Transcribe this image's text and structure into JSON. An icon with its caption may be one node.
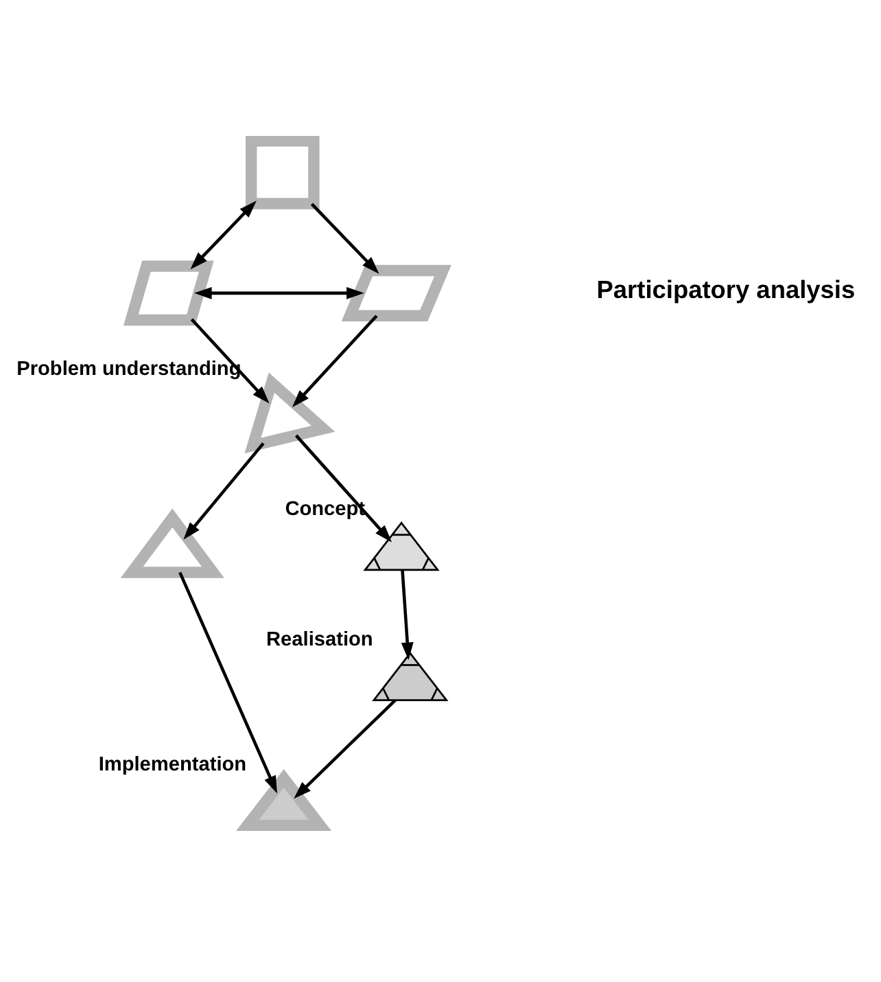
{
  "diagram": {
    "nodes": [
      {
        "text": [],
        "shape": "square"
      },
      {
        "text": [],
        "shape": "parallelogram"
      },
      {
        "text": [],
        "shape": "parallelogram"
      },
      {
        "text": [
          "Problem understanding"
        ]
      },
      {
        "text": [],
        "shape": "triangle"
      },
      {
        "text": [
          "Concept"
        ]
      },
      {
        "text": [
          "Realisation"
        ]
      },
      {
        "text": [
          "Implementation"
        ]
      }
    ],
    "edges": [
      {
        "from": 0,
        "to": 1,
        "arrow": "both"
      },
      {
        "from": 0,
        "to": 2,
        "arrow": "to"
      },
      {
        "from": 1,
        "to": 2,
        "arrow": "both"
      },
      {
        "from": 1,
        "to": 3,
        "arrow": "to"
      },
      {
        "from": 2,
        "to": 3,
        "arrow": "to"
      },
      {
        "from": 3,
        "to": 4,
        "arrow": "to"
      },
      {
        "from": 3,
        "to": 5,
        "arrow": "to"
      },
      {
        "from": 5,
        "to": 6,
        "arrow": "to"
      },
      {
        "from": 4,
        "to": 7,
        "arrow": "to"
      },
      {
        "from": 6,
        "to": 7,
        "arrow": "to"
      }
    ],
    "labels": [
      "Participatory analysis"
    ]
  }
}
